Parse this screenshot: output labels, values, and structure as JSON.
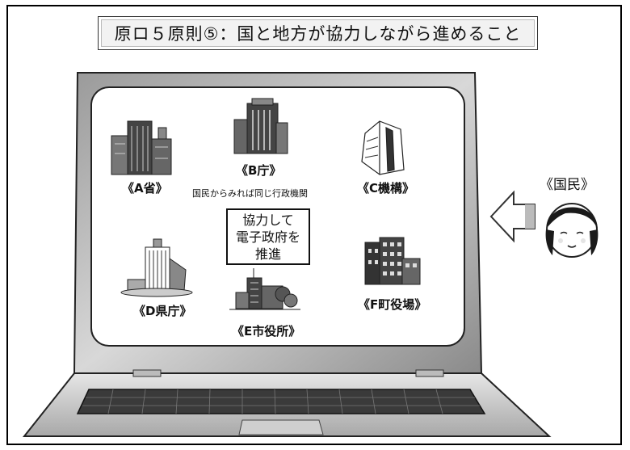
{
  "title": "原ロ５原則⑤：国と地方が協力しながら進めること",
  "agencies": {
    "a": "《A省》",
    "b": "《B庁》",
    "c": "《C機構》",
    "d": "《D県庁》",
    "e": "《E市役所》",
    "f": "《F町役場》"
  },
  "note": "国民からみれば同じ行政機関",
  "center": {
    "line1": "協力して",
    "line2": "電子政府を",
    "line3": "推進"
  },
  "citizen": "《国民》"
}
